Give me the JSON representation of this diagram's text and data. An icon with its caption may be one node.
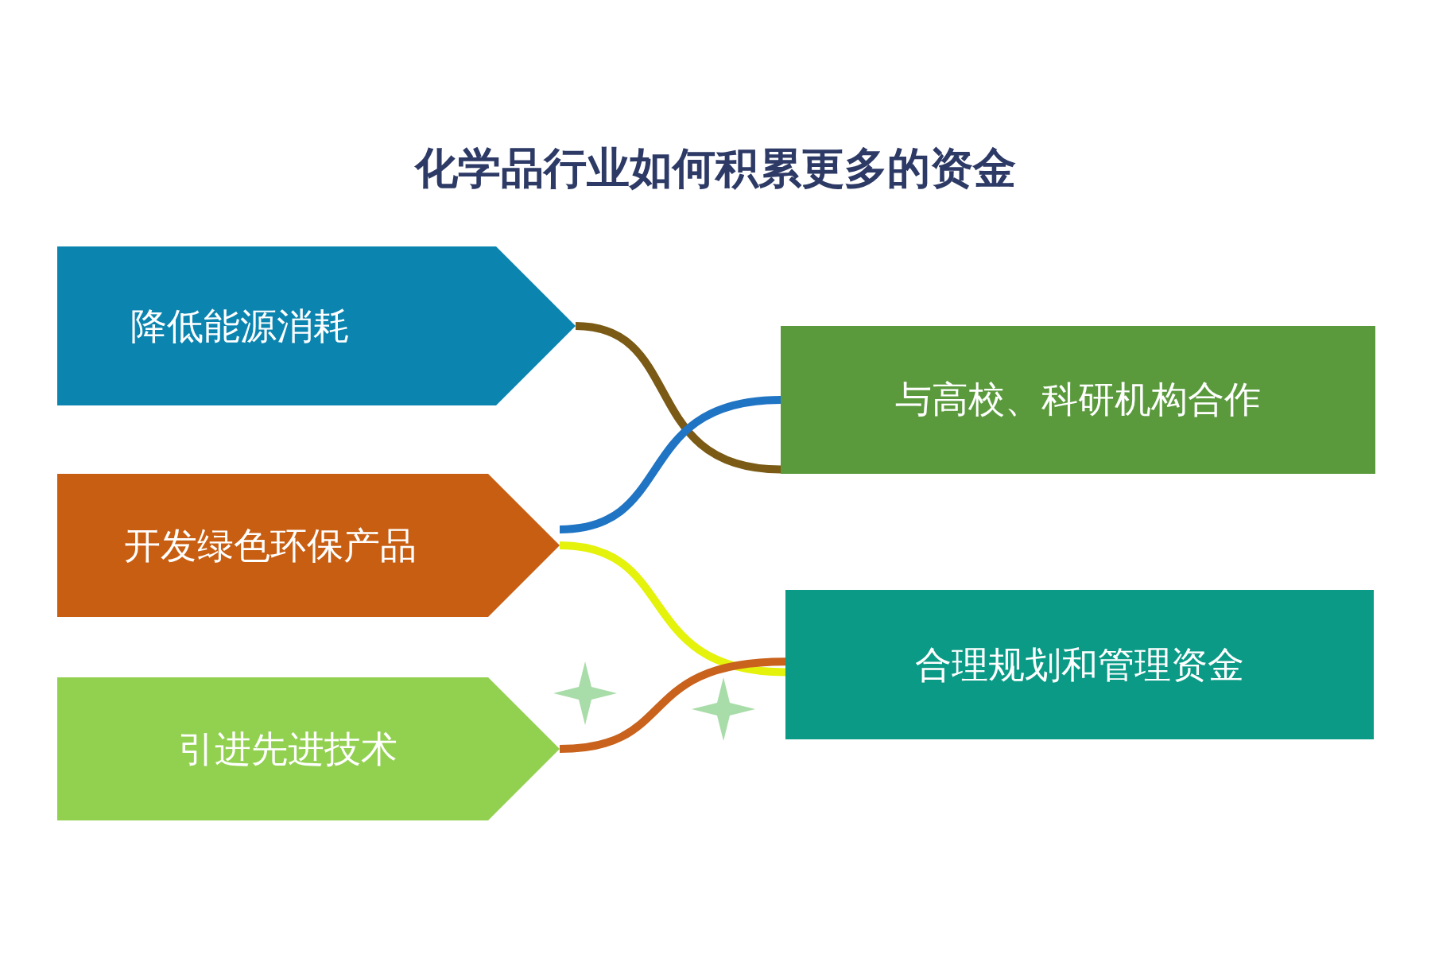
{
  "diagram": {
    "title": "化学品行业如何积累更多的资金",
    "nodes": [
      {
        "text": [
          "降低能源消耗"
        ]
      },
      {
        "text": [
          "开发绿色环保产品"
        ]
      },
      {
        "text": [
          "引进先进技术"
        ]
      },
      {
        "text": [
          "与高校、科研机构合作"
        ]
      },
      {
        "text": [
          "合理规划和管理资金"
        ]
      }
    ],
    "edges": [
      {
        "from": 0,
        "to": 3,
        "arrow": "none",
        "color": "#7a5a14"
      },
      {
        "from": 1,
        "to": 3,
        "arrow": "none",
        "color": "#1f74c4"
      },
      {
        "from": 1,
        "to": 4,
        "arrow": "none",
        "color": "#e4f20c"
      },
      {
        "from": 2,
        "to": 4,
        "arrow": "none",
        "color": "#c8621c"
      }
    ]
  }
}
